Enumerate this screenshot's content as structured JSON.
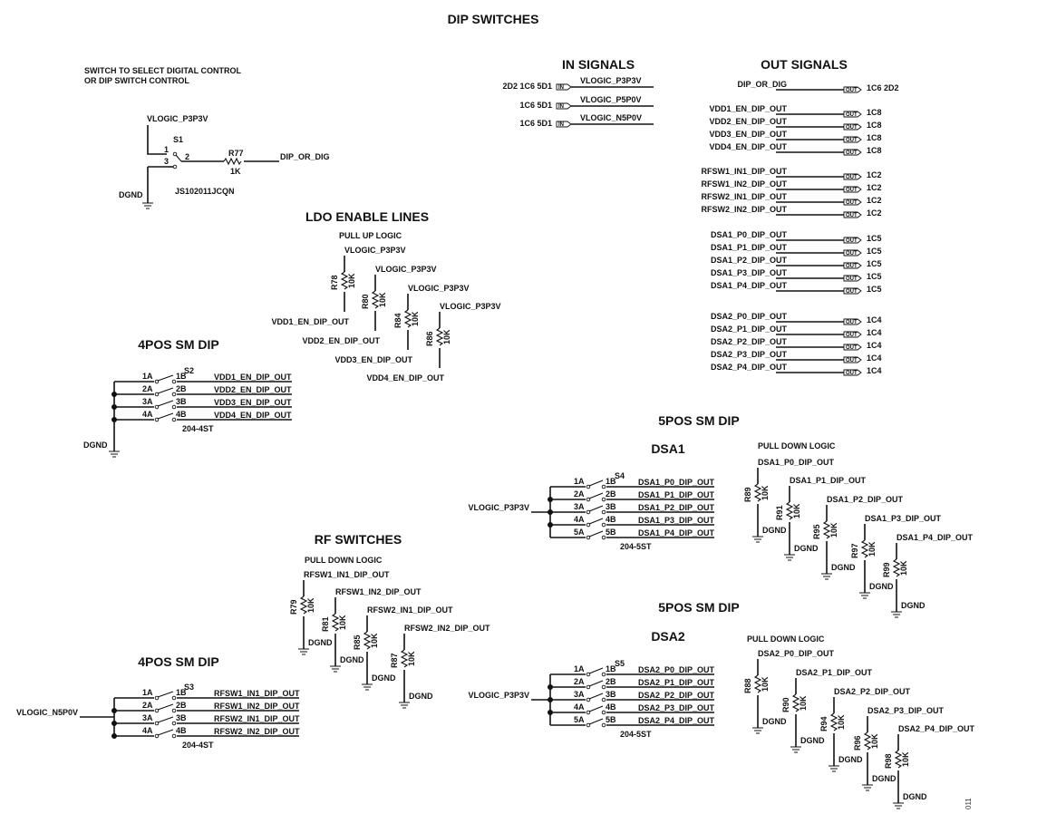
{
  "title": "DIP SWITCHES",
  "figure_id": "011",
  "selector": {
    "note_line1": "SWITCH TO SELECT DIGITAL CONTROL",
    "note_line2": "OR DIP SWITCH CONTROL",
    "supply": "VLOGIC_P3P3V",
    "ground": "DGND",
    "switch_ref": "S1",
    "switch_part": "JS102011JCQN",
    "pin1": "1",
    "pin2": "2",
    "pin3": "3",
    "resistor_ref": "R77",
    "resistor_val": "1K",
    "output_net": "DIP_OR_DIG"
  },
  "in_signals": {
    "heading": "IN SIGNALS",
    "port_label": "IN",
    "rows": [
      {
        "refs": "2D2  1C6  5D1",
        "net": "VLOGIC_P3P3V"
      },
      {
        "refs": "1C6  5D1",
        "net": "VLOGIC_P5P0V"
      },
      {
        "refs": "1C6  5D1",
        "net": "VLOGIC_N5P0V"
      }
    ]
  },
  "out_signals": {
    "heading": "OUT SIGNALS",
    "port_label": "OUT",
    "rows": [
      {
        "net": "DIP_OR_DIG",
        "refs": "1C6   2D2"
      },
      {
        "net": "VDD1_EN_DIP_OUT",
        "refs": "1C8"
      },
      {
        "net": "VDD2_EN_DIP_OUT",
        "refs": "1C8"
      },
      {
        "net": "VDD3_EN_DIP_OUT",
        "refs": "1C8"
      },
      {
        "net": "VDD4_EN_DIP_OUT",
        "refs": "1C8"
      },
      {
        "net": "RFSW1_IN1_DIP_OUT",
        "refs": "1C2"
      },
      {
        "net": "RFSW1_IN2_DIP_OUT",
        "refs": "1C2"
      },
      {
        "net": "RFSW2_IN1_DIP_OUT",
        "refs": "1C2"
      },
      {
        "net": "RFSW2_IN2_DIP_OUT",
        "refs": "1C2"
      },
      {
        "net": "DSA1_P0_DIP_OUT",
        "refs": "1C5"
      },
      {
        "net": "DSA1_P1_DIP_OUT",
        "refs": "1C5"
      },
      {
        "net": "DSA1_P2_DIP_OUT",
        "refs": "1C5"
      },
      {
        "net": "DSA1_P3_DIP_OUT",
        "refs": "1C5"
      },
      {
        "net": "DSA1_P4_DIP_OUT",
        "refs": "1C5"
      },
      {
        "net": "DSA2_P0_DIP_OUT",
        "refs": "1C4"
      },
      {
        "net": "DSA2_P1_DIP_OUT",
        "refs": "1C4"
      },
      {
        "net": "DSA2_P2_DIP_OUT",
        "refs": "1C4"
      },
      {
        "net": "DSA2_P3_DIP_OUT",
        "refs": "1C4"
      },
      {
        "net": "DSA2_P4_DIP_OUT",
        "refs": "1C4"
      }
    ]
  },
  "ldo": {
    "heading": "LDO ENABLE LINES",
    "logic": "PULL UP LOGIC",
    "resistors": [
      {
        "ref": "R78",
        "val": "10K",
        "top": "VLOGIC_P3P3V",
        "bottom": "VDD1_EN_DIP_OUT"
      },
      {
        "ref": "R80",
        "val": "10K",
        "top": "VLOGIC_P3P3V",
        "bottom": "VDD2_EN_DIP_OUT"
      },
      {
        "ref": "R84",
        "val": "10K",
        "top": "VLOGIC_P3P3V",
        "bottom": "VDD3_EN_DIP_OUT"
      },
      {
        "ref": "R86",
        "val": "10K",
        "top": "VLOGIC_P3P3V",
        "bottom": "VDD4_EN_DIP_OUT"
      }
    ]
  },
  "s2": {
    "heading": "4POS SM DIP",
    "ref": "S2",
    "part": "204-4ST",
    "common": "DGND",
    "pins": [
      {
        "a": "1A",
        "b": "1B",
        "net": "VDD1_EN_DIP_OUT"
      },
      {
        "a": "2A",
        "b": "2B",
        "net": "VDD2_EN_DIP_OUT"
      },
      {
        "a": "3A",
        "b": "3B",
        "net": "VDD3_EN_DIP_OUT"
      },
      {
        "a": "4A",
        "b": "4B",
        "net": "VDD4_EN_DIP_OUT"
      }
    ]
  },
  "rf": {
    "heading": "RF SWITCHES",
    "logic": "PULL DOWN LOGIC",
    "ground": "DGND",
    "resistors": [
      {
        "ref": "R79",
        "val": "10K",
        "net": "RFSW1_IN1_DIP_OUT"
      },
      {
        "ref": "R81",
        "val": "10K",
        "net": "RFSW1_IN2_DIP_OUT"
      },
      {
        "ref": "R85",
        "val": "10K",
        "net": "RFSW2_IN1_DIP_OUT"
      },
      {
        "ref": "R87",
        "val": "10K",
        "net": "RFSW2_IN2_DIP_OUT"
      }
    ]
  },
  "s3": {
    "heading": "4POS SM DIP",
    "ref": "S3",
    "part": "204-4ST",
    "common": "VLOGIC_N5P0V",
    "pins": [
      {
        "a": "1A",
        "b": "1B",
        "net": "RFSW1_IN1_DIP_OUT"
      },
      {
        "a": "2A",
        "b": "2B",
        "net": "RFSW1_IN2_DIP_OUT"
      },
      {
        "a": "3A",
        "b": "3B",
        "net": "RFSW2_IN1_DIP_OUT"
      },
      {
        "a": "4A",
        "b": "4B",
        "net": "RFSW2_IN2_DIP_OUT"
      }
    ]
  },
  "dsa1": {
    "heading": "5POS SM DIP",
    "subheading": "DSA1",
    "ref": "S4",
    "part": "204-5ST",
    "common": "VLOGIC_P3P3V",
    "pins": [
      {
        "a": "1A",
        "b": "1B",
        "net": "DSA1_P0_DIP_OUT"
      },
      {
        "a": "2A",
        "b": "2B",
        "net": "DSA1_P1_DIP_OUT"
      },
      {
        "a": "3A",
        "b": "3B",
        "net": "DSA1_P2_DIP_OUT"
      },
      {
        "a": "4A",
        "b": "4B",
        "net": "DSA1_P3_DIP_OUT"
      },
      {
        "a": "5A",
        "b": "5B",
        "net": "DSA1_P4_DIP_OUT"
      }
    ],
    "logic": "PULL DOWN LOGIC",
    "ground": "DGND",
    "resistors": [
      {
        "ref": "R89",
        "val": "10K",
        "net": "DSA1_P0_DIP_OUT"
      },
      {
        "ref": "R91",
        "val": "10K",
        "net": "DSA1_P1_DIP_OUT"
      },
      {
        "ref": "R95",
        "val": "10K",
        "net": "DSA1_P2_DIP_OUT"
      },
      {
        "ref": "R97",
        "val": "10K",
        "net": "DSA1_P3_DIP_OUT"
      },
      {
        "ref": "R99",
        "val": "10K",
        "net": "DSA1_P4_DIP_OUT"
      }
    ]
  },
  "dsa2": {
    "heading": "5POS SM DIP",
    "subheading": "DSA2",
    "ref": "S5",
    "part": "204-5ST",
    "common": "VLOGIC_P3P3V",
    "pins": [
      {
        "a": "1A",
        "b": "1B",
        "net": "DSA2_P0_DIP_OUT"
      },
      {
        "a": "2A",
        "b": "2B",
        "net": "DSA2_P1_DIP_OUT"
      },
      {
        "a": "3A",
        "b": "3B",
        "net": "DSA2_P2_DIP_OUT"
      },
      {
        "a": "4A",
        "b": "4B",
        "net": "DSA2_P3_DIP_OUT"
      },
      {
        "a": "5A",
        "b": "5B",
        "net": "DSA2_P4_DIP_OUT"
      }
    ],
    "logic": "PULL DOWN LOGIC",
    "ground": "DGND",
    "resistors": [
      {
        "ref": "R88",
        "val": "10K",
        "net": "DSA2_P0_DIP_OUT"
      },
      {
        "ref": "R90",
        "val": "10K",
        "net": "DSA2_P1_DIP_OUT"
      },
      {
        "ref": "R94",
        "val": "10K",
        "net": "DSA2_P2_DIP_OUT"
      },
      {
        "ref": "R96",
        "val": "10K",
        "net": "DSA2_P3_DIP_OUT"
      },
      {
        "ref": "R98",
        "val": "10K",
        "net": "DSA2_P4_DIP_OUT"
      }
    ]
  }
}
